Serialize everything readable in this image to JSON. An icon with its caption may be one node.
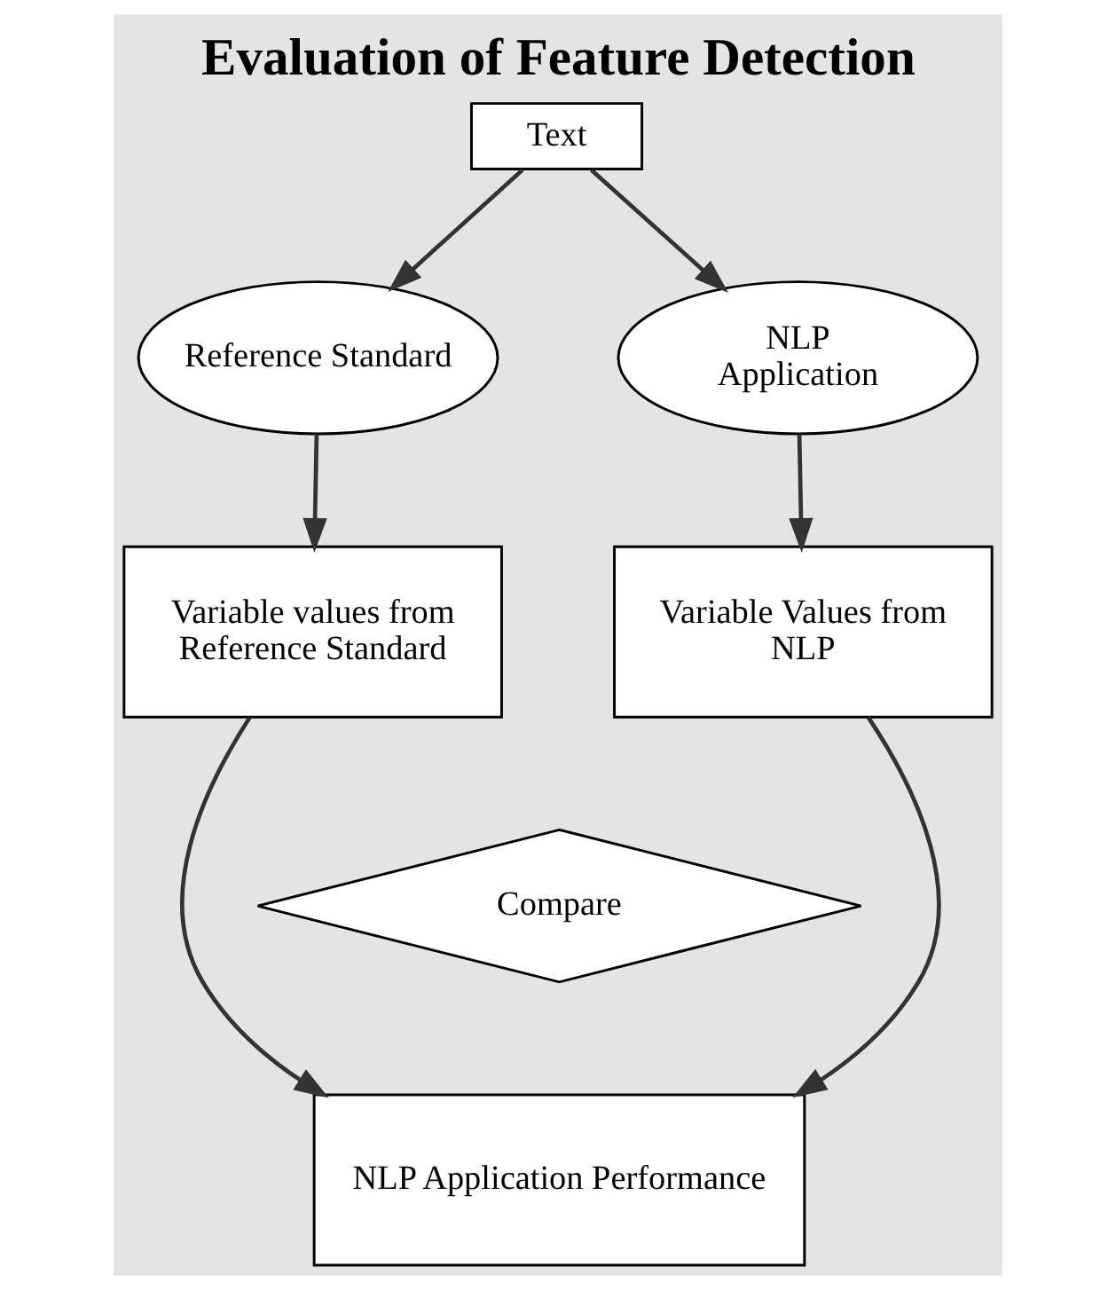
{
  "diagram": {
    "title": "Evaluation of Feature Detection",
    "nodes": [
      {
        "text": [
          "Text"
        ]
      },
      {
        "text": [
          "Reference Standard"
        ]
      },
      {
        "text": [
          "NLP Application"
        ]
      },
      {
        "text": [
          "Variable values from Reference Standard"
        ]
      },
      {
        "text": [
          "Variable Values from NLP"
        ]
      },
      {
        "text": [
          "Compare"
        ]
      },
      {
        "text": [
          "NLP Application Performance"
        ]
      }
    ],
    "edges": [
      {
        "from": 0,
        "to": 1,
        "arrow": "to"
      },
      {
        "from": 0,
        "to": 2,
        "arrow": "to"
      },
      {
        "from": 1,
        "to": 3,
        "arrow": "to"
      },
      {
        "from": 2,
        "to": 4,
        "arrow": "to"
      },
      {
        "from": 3,
        "to": 6,
        "arrow": "to"
      },
      {
        "from": 4,
        "to": 6,
        "arrow": "to"
      }
    ]
  }
}
